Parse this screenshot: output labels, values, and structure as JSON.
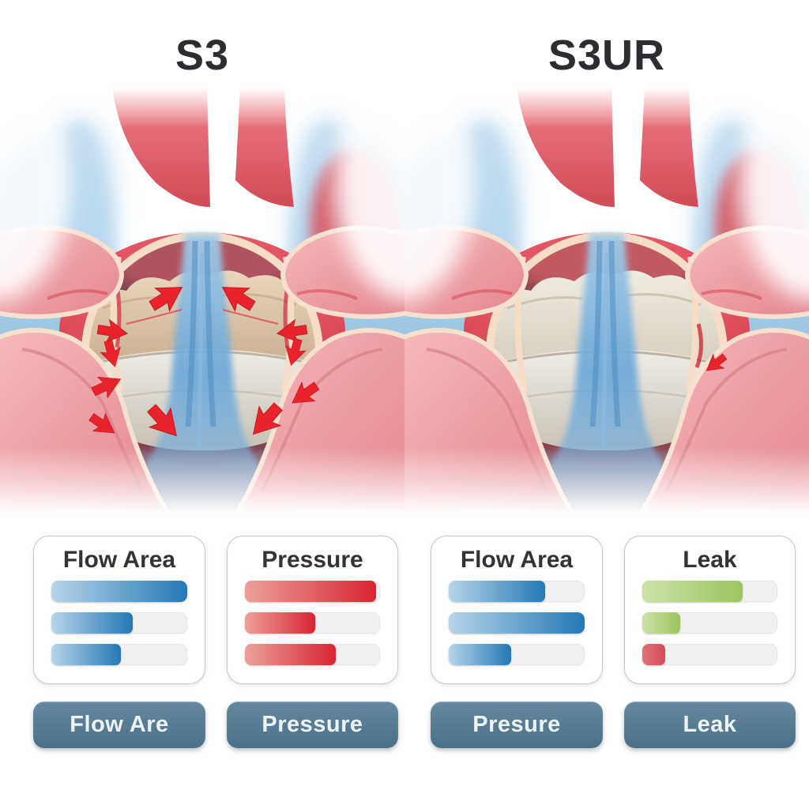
{
  "header": {
    "left_title": "S3",
    "right_title": "S3UR"
  },
  "chart_data": [
    {
      "type": "bar",
      "title": "Flow Area",
      "orientation": "horizontal",
      "bars": [
        {
          "value_pct": 100,
          "color": "blue"
        },
        {
          "value_pct": 60,
          "color": "blue"
        },
        {
          "value_pct": 51,
          "color": "blue"
        }
      ]
    },
    {
      "type": "bar",
      "title": "Pressure",
      "orientation": "horizontal",
      "bars": [
        {
          "value_pct": 97,
          "color": "red"
        },
        {
          "value_pct": 52,
          "color": "red"
        },
        {
          "value_pct": 67,
          "color": "red"
        }
      ]
    },
    {
      "type": "bar",
      "title": "Flow Area",
      "orientation": "horizontal",
      "bars": [
        {
          "value_pct": 71,
          "color": "blue"
        },
        {
          "value_pct": 100,
          "color": "blue"
        },
        {
          "value_pct": 46,
          "color": "blue"
        }
      ]
    },
    {
      "type": "bar",
      "title": "Leak",
      "orientation": "horizontal",
      "bars": [
        {
          "value_pct": 74,
          "color": "green"
        },
        {
          "value_pct": 28,
          "color": "green"
        },
        {
          "value_pct": 17,
          "color": "leak_red"
        }
      ]
    }
  ],
  "buttons": [
    {
      "label": "Flow Are"
    },
    {
      "label": "Pressure"
    },
    {
      "label": "Presure"
    },
    {
      "label": "Leak"
    }
  ],
  "colors": {
    "bar_gradients": {
      "blue": [
        "#b6d5ea",
        "#2478b5"
      ],
      "red": [
        "#eba198",
        "#d92431"
      ],
      "green": [
        "#cde2a6",
        "#9dc45f"
      ],
      "leak_red": [
        "#e0717a",
        "#d64a54"
      ]
    },
    "bar_track": "#f0f0f3",
    "panel_border": "#c6c6c6",
    "panel_title_text": "#333333",
    "page_title_text": "#2b2d30",
    "button_top": "#64899f",
    "button_bottom": "#4a7089",
    "button_text": "#eef3f6",
    "leak_arrow": "#e8232b"
  }
}
